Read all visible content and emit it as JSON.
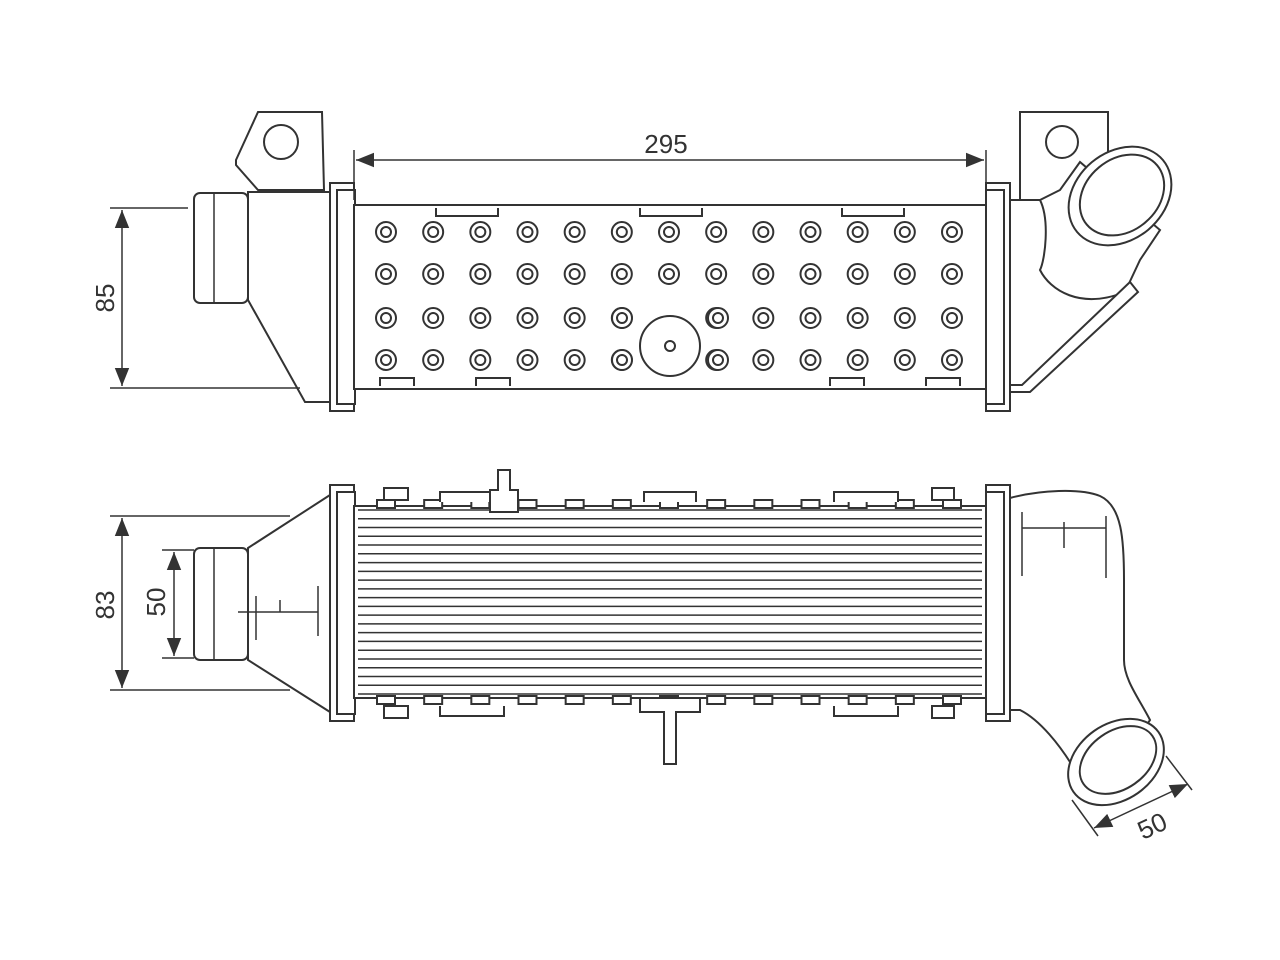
{
  "dimensions": {
    "length": "295",
    "top_height": "85",
    "bottom_height": "83",
    "inlet_diameter": "50",
    "outlet_diameter": "50"
  },
  "grid": {
    "columns": 13,
    "rows": 4
  },
  "colors": {
    "line": "#333333",
    "background": "#ffffff"
  }
}
